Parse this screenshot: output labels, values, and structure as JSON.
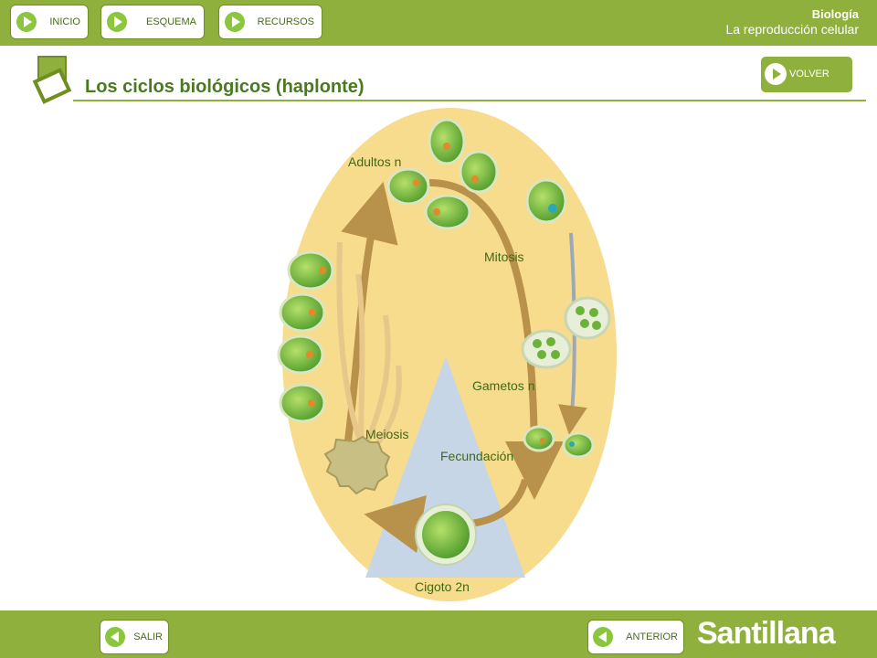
{
  "nav": {
    "inicio": "INICIO",
    "esquema": "ESQUEMA",
    "recursos": "RECURSOS"
  },
  "header": {
    "subject": "Biología",
    "topic": "La reproducción celular"
  },
  "page": {
    "title": "Los ciclos biológicos (haplonte)",
    "volver": "VOLVER"
  },
  "diagram": {
    "adultos": "Adultos n",
    "mitosis": "Mitosis",
    "gametos": "Gametos n",
    "meiosis": "Meiosis",
    "fecundacion": "Fecundación",
    "cigoto": "Cigoto 2n"
  },
  "footer": {
    "salir": "SALIR",
    "anterior": "ANTERIOR",
    "brand": "Santillana"
  },
  "colors": {
    "bar": "#8fb03c",
    "ellipse": "#f7dc8e",
    "triangle": "#c6d6e6",
    "arrow": "#b8914a",
    "cell": "#79b83a"
  }
}
